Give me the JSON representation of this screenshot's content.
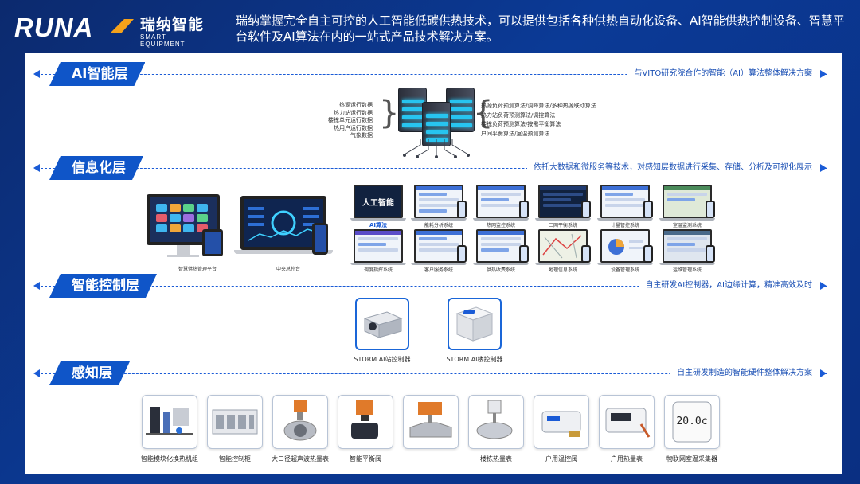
{
  "header": {
    "logo_text": "RUNA",
    "logo_cn": "瑞纳智能",
    "logo_en": "SMART EQUIPMENT",
    "intro": "瑞纳掌握完全自主可控的人工智能低碳供热技术，可以提供包括各种供热自动化设备、AI智能供热控制设备、智慧平台软件及AI算法在内的一站式产品技术解决方案。"
  },
  "layers": {
    "ai": {
      "title": "AI智能层",
      "desc": "与VITO研究院合作的智能（AI）算法整体解决方案",
      "inputs": [
        "热源运行数据",
        "热力站运行数据",
        "楼栋单元运行数据",
        "热用户运行数据",
        "气象数据"
      ],
      "algorithms": [
        "热源负荷预测算法/调峰算法/多种热源联动算法",
        "热力站负荷预测算法/调控算法",
        "楼栋负荷预测算法/按需平衡算法",
        "户间平衡算法/室温预测算法"
      ]
    },
    "info": {
      "title": "信息化层",
      "desc": "依托大数据和微服务等技术，对感知层数据进行采集、存储、分析及可视化展示",
      "platforms": [
        "智慧供热管理平台",
        "中央总控台"
      ],
      "systems_row1": [
        "AI算法",
        "能耗分析系统",
        "热网监控系统",
        "二网平衡系统",
        "计量管控系统",
        "室温监测系统"
      ],
      "systems_row2": [
        "调度指挥系统",
        "客户服务系统",
        "供热收费系统",
        "地理信息系统",
        "设备管理系统",
        "运维管理系统"
      ],
      "thumb_ai_text": "人工智能"
    },
    "control": {
      "title": "智能控制层",
      "desc": "自主研发AI控制器，AI边缘计算，精准高效及时",
      "devices": [
        "STORM AI站控制器",
        "STORM AI楼控制器"
      ]
    },
    "sensing": {
      "title": "感知层",
      "desc": "自主研发制造的智能硬件整体解决方案",
      "products": [
        "智能模块化换热机组",
        "智能控制柜",
        "大口径超声波热量表",
        "智能平衡阀",
        "楼栋热量表",
        "户用温控阀",
        "户用热量表",
        "物联网室温采集器"
      ],
      "room_temp_display": "20.0c"
    }
  },
  "colors": {
    "accent": "#0f55c8",
    "bg": "#0b3a96",
    "line": "#1a5bd6"
  }
}
